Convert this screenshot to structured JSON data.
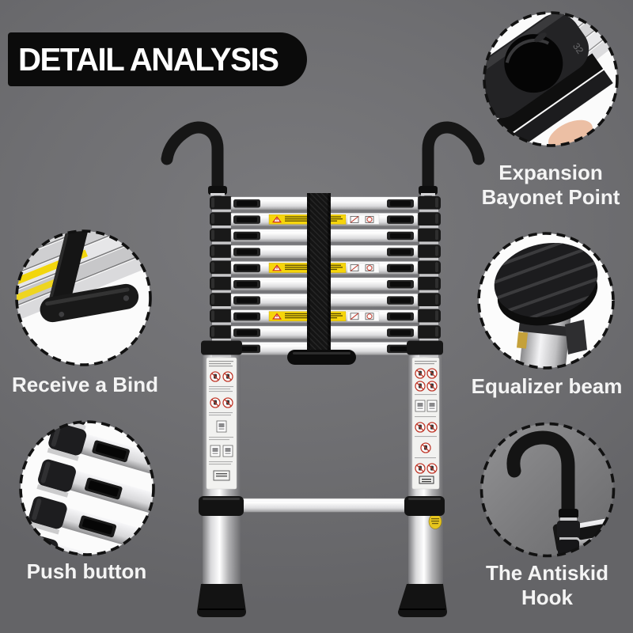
{
  "page": {
    "title": "DETAIL ANALYSIS",
    "background_color": "#6f6f72"
  },
  "banner": {
    "label": "DETAIL ANALYSIS",
    "bg_color": "#0b0b0b",
    "text_color": "#ffffff"
  },
  "callouts": {
    "expansion": {
      "line1": "Expansion",
      "line2": "Bayonet Point",
      "photo_marking": "32"
    },
    "receive": {
      "line1": "Receive a Bind"
    },
    "equalizer": {
      "line1": "Equalizer beam"
    },
    "push": {
      "line1": "Push button"
    },
    "antiskid": {
      "line1": "The Antiskid Hook"
    }
  },
  "colors": {
    "warning_yellow": "#f6d50b",
    "metal_silver": "#e9e9eb",
    "plastic_black": "#161616",
    "prohibition_red": "#c0392b",
    "label_white": "#f4f4f4"
  }
}
